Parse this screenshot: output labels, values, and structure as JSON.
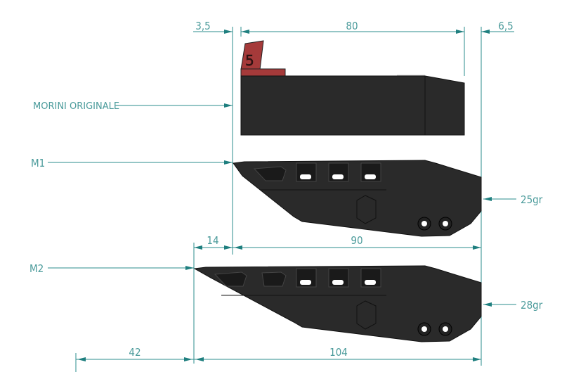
{
  "labels": {
    "morini": "MORINI ORIGINALE",
    "m1": "M1",
    "m2": "M2"
  },
  "dimensions": {
    "top_left_offset": "3,5",
    "morini_length": "80",
    "top_right_offset": "6,5",
    "m1_offset": "14",
    "m1_length": "90",
    "m2_offset": "42",
    "m2_length": "104"
  },
  "weights": {
    "m1": "25gr",
    "m2": "28gr"
  },
  "tab_number": "5",
  "colors": {
    "dimension": "#2b8c8c",
    "part": "#2a2a2a",
    "tab": "#a53a3a"
  }
}
